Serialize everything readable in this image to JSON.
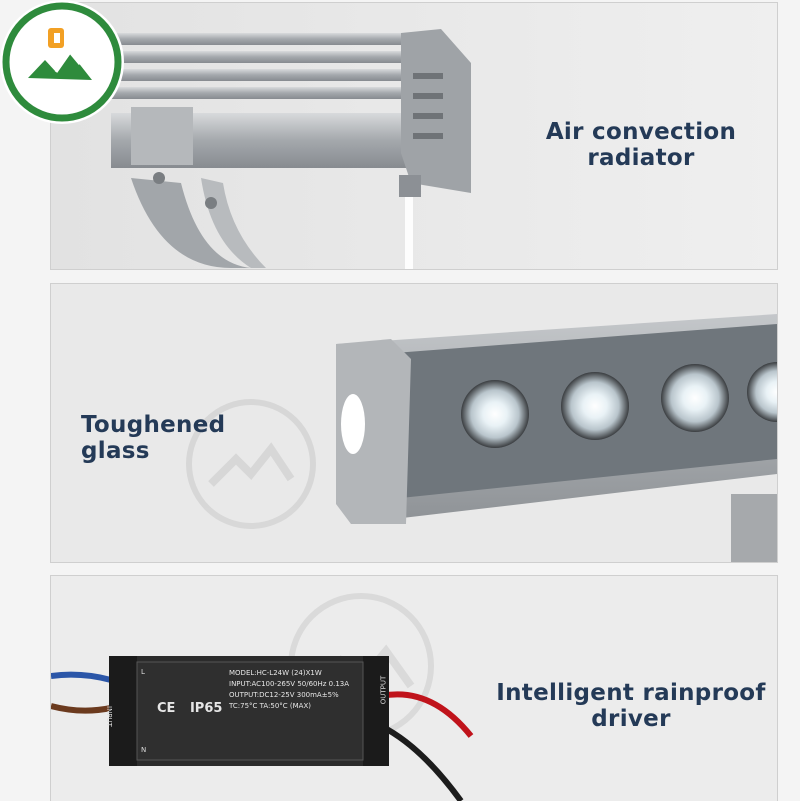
{
  "panels": [
    {
      "id": "radiator",
      "caption_lines": [
        "Air convection",
        "radiator"
      ]
    },
    {
      "id": "glass",
      "caption_lines": [
        "Toughened glass"
      ]
    },
    {
      "id": "driver",
      "caption_lines": [
        "Intelligent rainproof",
        "driver"
      ]
    }
  ],
  "driver_label": {
    "model": "MODEL:HC-L24W (24)X1W",
    "input": "INPUT:AC100-265V  50/60Hz  0.13A",
    "output": "OUTPUT:DC12-25V  300mA±5%",
    "tc": "TC:75°C   TA:50°C (MAX)",
    "ce": "CE",
    "ip": "IP65",
    "input_side": "INPUT",
    "output_side": "OUTPUT",
    "l": "L",
    "n": "N"
  },
  "colors": {
    "caption": "#243a57",
    "logo_green": "#2e8b3c",
    "logo_orange": "#f2a024",
    "metal": "#a9adb1",
    "driver_body": "#2b2b2b"
  },
  "icons": [
    "logo",
    "watermark-logo"
  ]
}
